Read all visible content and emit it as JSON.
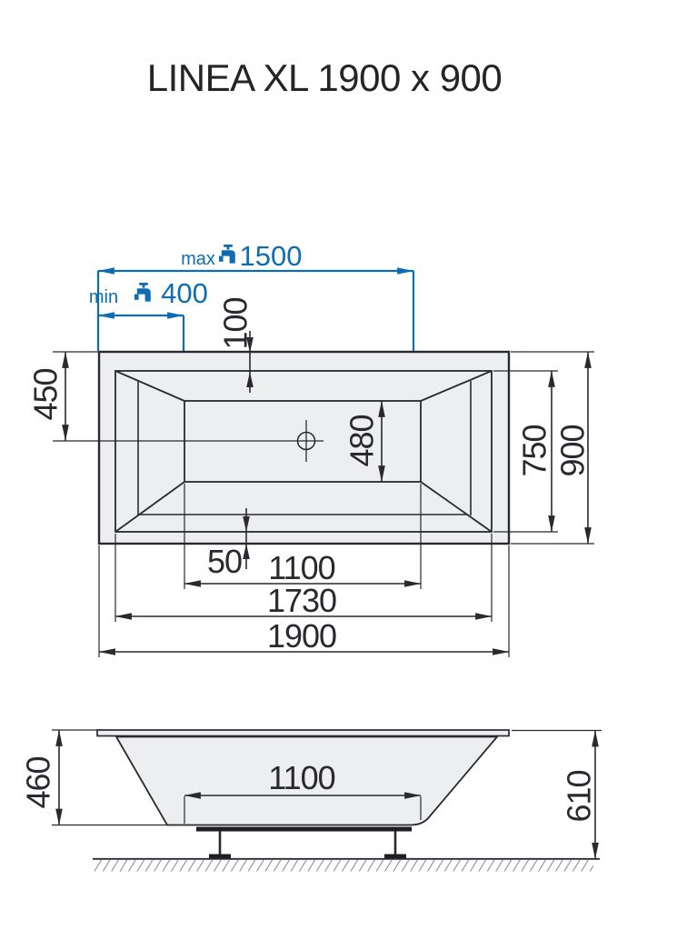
{
  "title": "LINEA XL 1900 x 900",
  "colors": {
    "accent_blue": "#0D6CB2",
    "line_dark": "#2B2830",
    "tub_fill": "#EDEEF0",
    "hatch_gray": "#8B8B90",
    "background": "#FFFFFF"
  },
  "top_view": {
    "faucet_max": {
      "label": "max",
      "value": "1500",
      "icon": "faucet-icon"
    },
    "faucet_min": {
      "label": "min",
      "value": "400",
      "icon": "faucet-icon"
    },
    "rim_top": "100",
    "center_from_top_edge": "450",
    "floor_width": "480",
    "opening_width": "750",
    "overall_width": "900",
    "rim_bottom": "50",
    "floor_length": "1100",
    "opening_length": "1730",
    "overall_length": "1900"
  },
  "side_view": {
    "depth_to_floor": "460",
    "floor_length": "1100",
    "overall_height": "610"
  }
}
